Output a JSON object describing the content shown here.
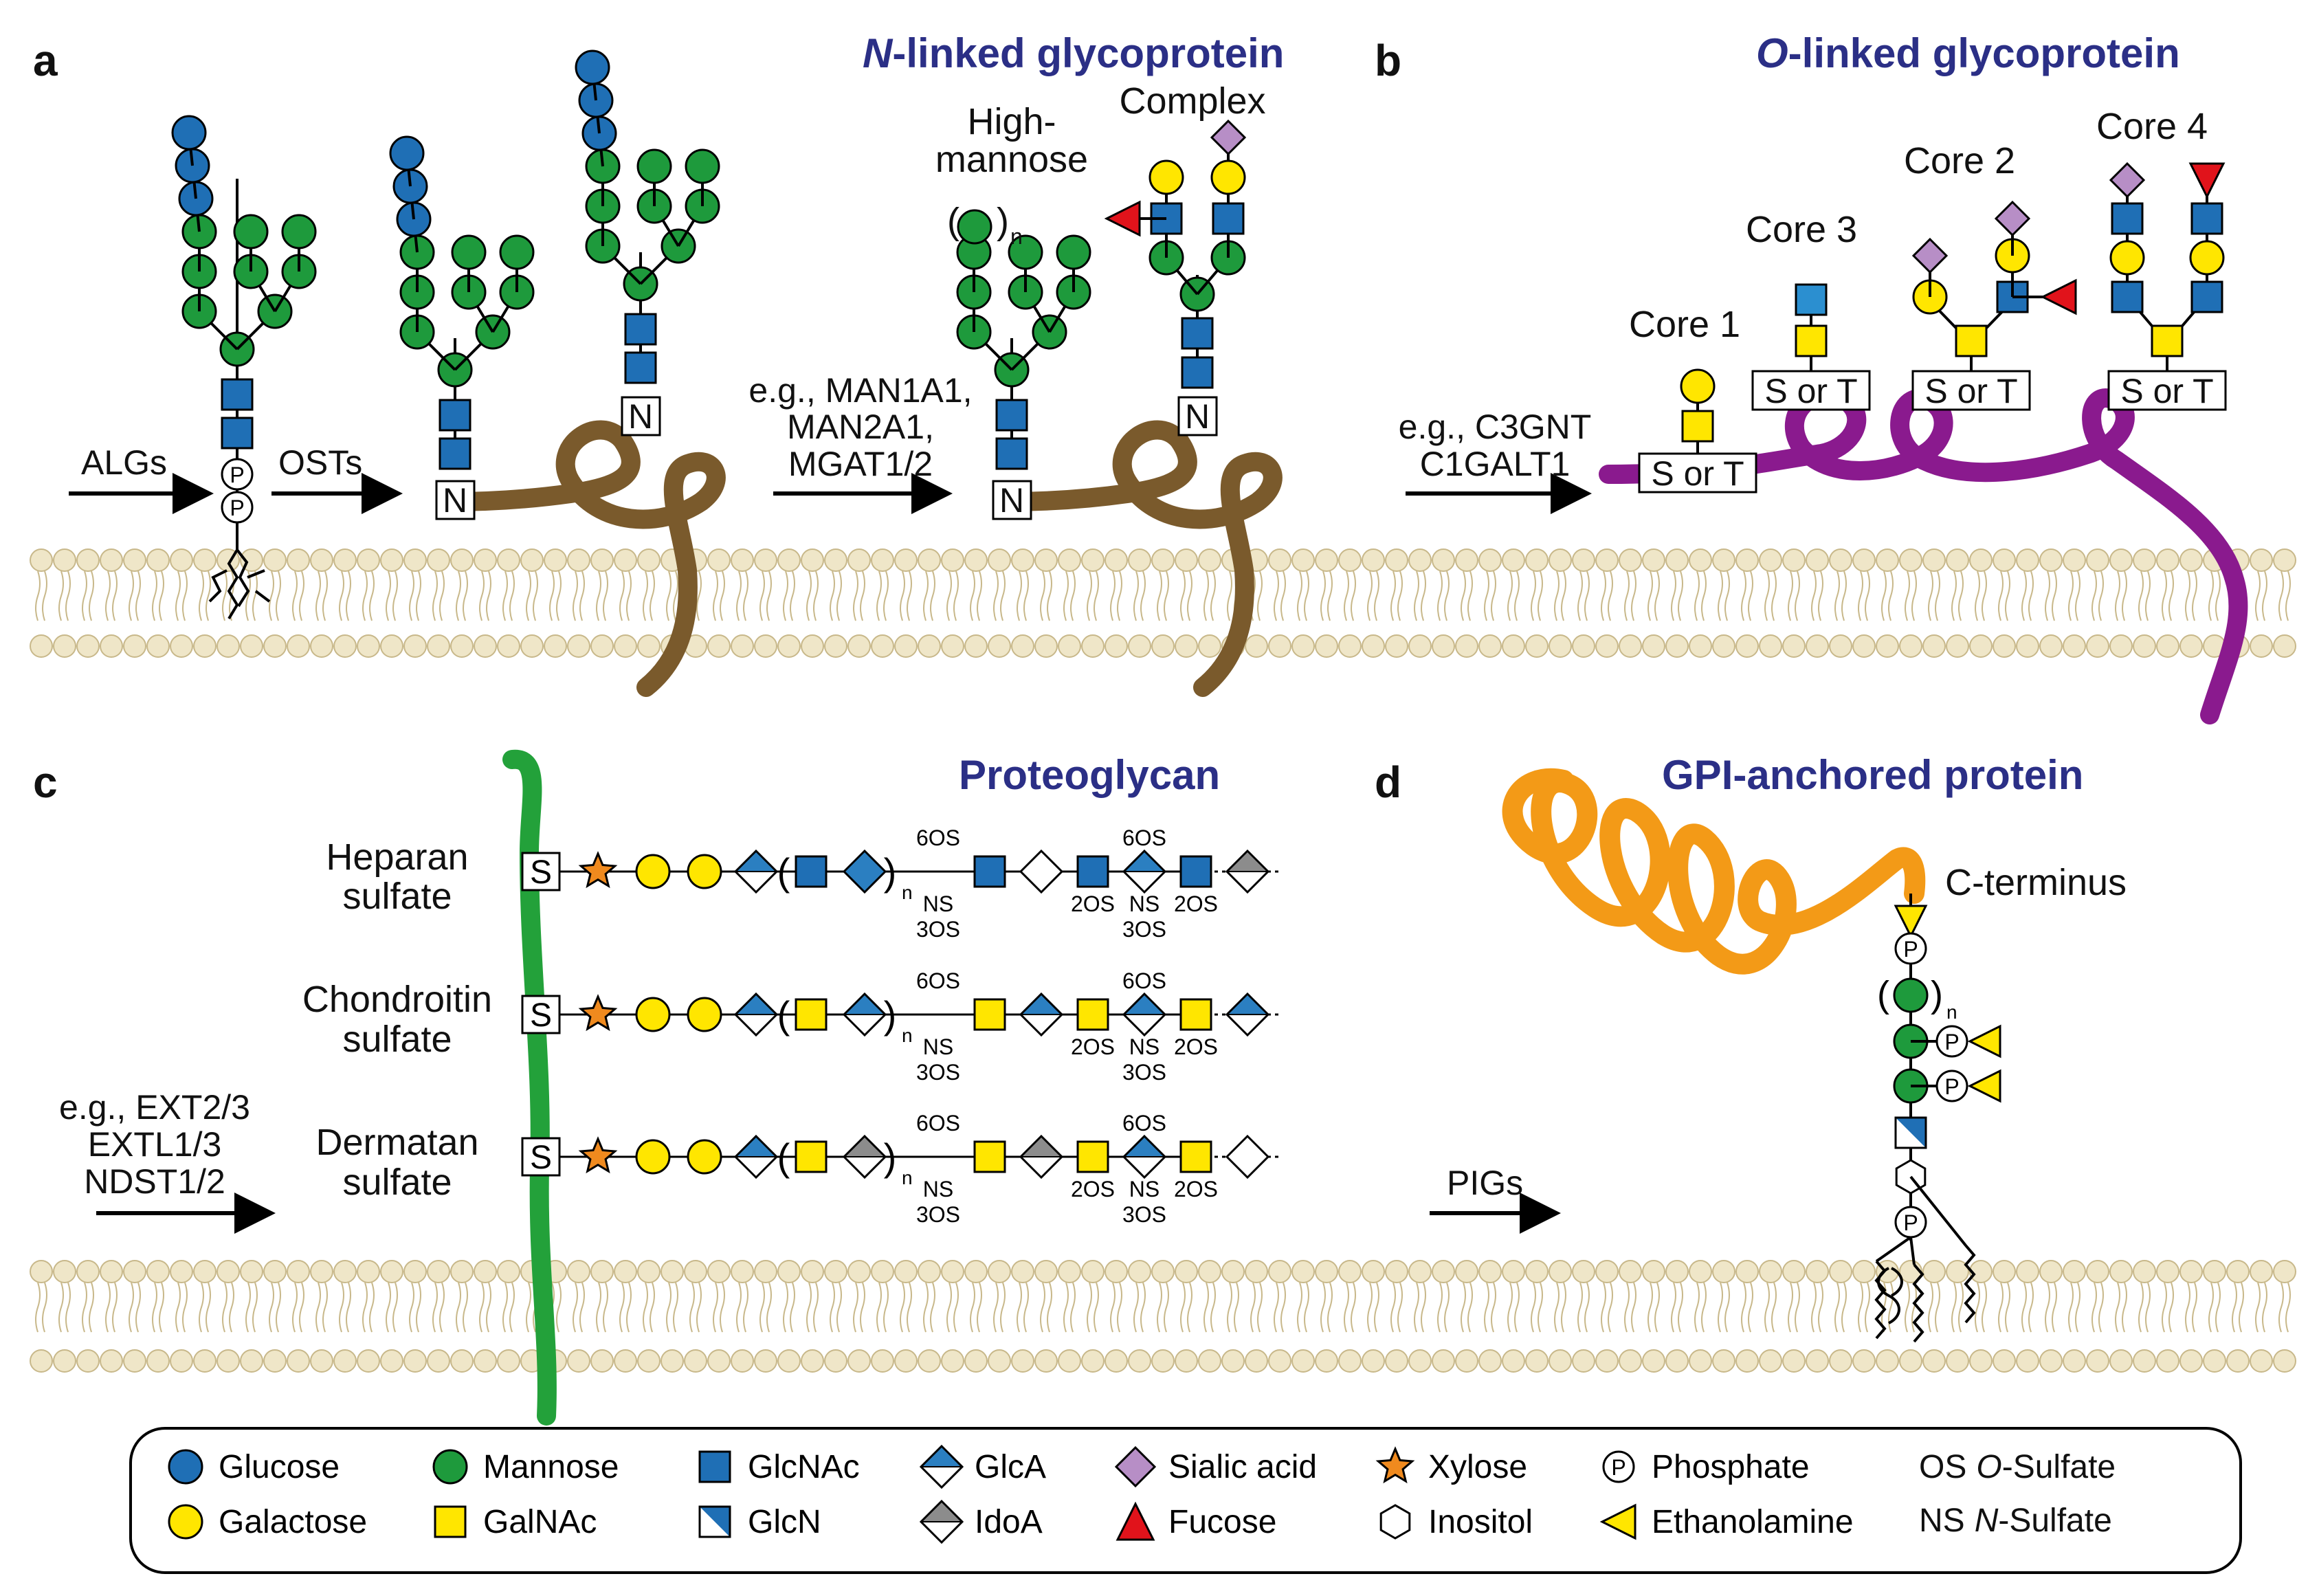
{
  "colors": {
    "glucose": "#1f6fb5",
    "mannose": "#1e9a3c",
    "galactose": "#ffe600",
    "galnac": "#ffe600",
    "glcnac": "#1f6fb5",
    "glca": "#2b7fc1",
    "idoa": "#8c8c8c",
    "sialic": "#b78ec6",
    "fucose": "#e1131b",
    "xylose": "#f08a1e",
    "ethanolamine": "#ffe600",
    "protein_n": "#7a5a2c",
    "protein_o": "#8a1a8e",
    "protein_pg": "#23a13a",
    "protein_gpi": "#f39a17",
    "membrane_head": "#efe6c8",
    "title": "#2b2f86"
  },
  "panels": {
    "a": {
      "letter": "a",
      "title_italic": "N",
      "title_rest": "-linked glycoprotein",
      "arrow1": "ALGs",
      "arrow2": "OSTs",
      "arrow3": [
        "e.g., MAN1A1,",
        "MAN2A1,",
        "MGAT1/2"
      ],
      "high_mannose": [
        "High-",
        "mannose"
      ],
      "complex": "Complex",
      "residue": "N",
      "repeat_open": "(",
      "repeat_close": ")",
      "repeat_n": "n"
    },
    "b": {
      "letter": "b",
      "title_italic": "O",
      "title_rest": "-linked glycoprotein",
      "arrow": [
        "e.g., C3GNT",
        "C1GALT1"
      ],
      "cores": [
        "Core 1",
        "Core 3",
        "Core 2",
        "Core 4"
      ],
      "residue": "S or T"
    },
    "c": {
      "letter": "c",
      "title": "Proteoglycan",
      "arrow": [
        "e.g., EXT2/3",
        "EXTL1/3",
        "NDST1/2"
      ],
      "rows": [
        {
          "name": [
            "Heparan",
            "sulfate"
          ]
        },
        {
          "name": [
            "Chondroitin",
            "sulfate"
          ]
        },
        {
          "name": [
            "Dermatan",
            "sulfate"
          ]
        }
      ],
      "residue": "S",
      "mod_6os": "6OS",
      "mod_ns": "NS",
      "mod_3os": "3OS",
      "mod_2os": "2OS",
      "repeat_open": "(",
      "repeat_close": ")",
      "repeat_n": "n"
    },
    "d": {
      "letter": "d",
      "title": "GPI-anchored protein",
      "c_terminus": "C-terminus",
      "arrow": "PIGs",
      "phosphate": "P",
      "repeat_open": "(",
      "repeat_close": ")",
      "repeat_n": "n"
    }
  },
  "legend": {
    "items": [
      {
        "label": "Glucose",
        "icon": "blue-circle-icon"
      },
      {
        "label": "Mannose",
        "icon": "green-circle-icon"
      },
      {
        "label": "GlcNAc",
        "icon": "blue-square-icon"
      },
      {
        "label": "GlcA",
        "icon": "half-blue-diamond-icon"
      },
      {
        "label": "Sialic acid",
        "icon": "purple-diamond-icon"
      },
      {
        "label": "Xylose",
        "icon": "orange-star-icon"
      },
      {
        "label": "Phosphate",
        "icon": "phosphate-icon"
      },
      {
        "label": "Galactose",
        "icon": "yellow-circle-icon"
      },
      {
        "label": "GalNAc",
        "icon": "yellow-square-icon"
      },
      {
        "label": "GlcN",
        "icon": "half-blue-square-icon"
      },
      {
        "label": "IdoA",
        "icon": "half-grey-diamond-icon"
      },
      {
        "label": "Fucose",
        "icon": "red-triangle-icon"
      },
      {
        "label": "Inositol",
        "icon": "hexagon-icon"
      },
      {
        "label": "Ethanolamine",
        "icon": "yellow-triangle-icon"
      }
    ],
    "os_abbr": "OS",
    "os_italic": "O",
    "os_rest": "-Sulfate",
    "ns_abbr": "NS",
    "ns_italic": "N",
    "ns_rest": "-Sulfate",
    "phosphate_symbol": "P"
  }
}
